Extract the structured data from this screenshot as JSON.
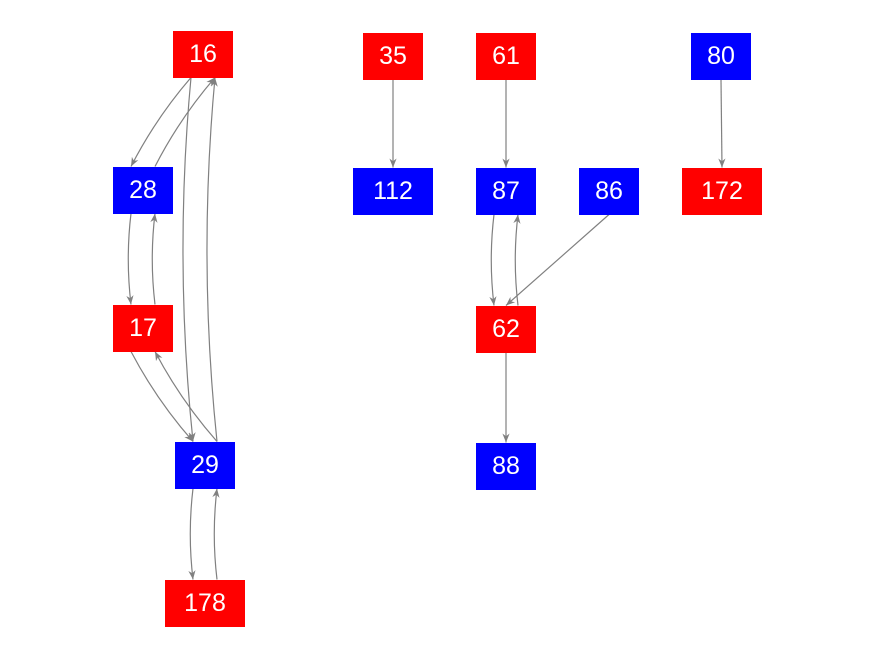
{
  "colors": {
    "red": "#ff0000",
    "blue": "#0000ff",
    "edge": "#808080"
  },
  "nodes": [
    {
      "id": "16",
      "label": "16",
      "color": "red"
    },
    {
      "id": "28",
      "label": "28",
      "color": "blue"
    },
    {
      "id": "17",
      "label": "17",
      "color": "red"
    },
    {
      "id": "29",
      "label": "29",
      "color": "blue"
    },
    {
      "id": "178",
      "label": "178",
      "color": "red"
    },
    {
      "id": "35",
      "label": "35",
      "color": "red"
    },
    {
      "id": "112",
      "label": "112",
      "color": "blue"
    },
    {
      "id": "61",
      "label": "61",
      "color": "red"
    },
    {
      "id": "87",
      "label": "87",
      "color": "blue"
    },
    {
      "id": "86",
      "label": "86",
      "color": "blue"
    },
    {
      "id": "62",
      "label": "62",
      "color": "red"
    },
    {
      "id": "88",
      "label": "88",
      "color": "blue"
    },
    {
      "id": "80",
      "label": "80",
      "color": "blue"
    },
    {
      "id": "172",
      "label": "172",
      "color": "red"
    }
  ],
  "edges": [
    {
      "from": "16",
      "to": "28"
    },
    {
      "from": "28",
      "to": "16"
    },
    {
      "from": "28",
      "to": "17"
    },
    {
      "from": "17",
      "to": "28"
    },
    {
      "from": "17",
      "to": "29"
    },
    {
      "from": "29",
      "to": "17"
    },
    {
      "from": "16",
      "to": "29"
    },
    {
      "from": "29",
      "to": "16"
    },
    {
      "from": "29",
      "to": "178"
    },
    {
      "from": "178",
      "to": "29"
    },
    {
      "from": "35",
      "to": "112"
    },
    {
      "from": "61",
      "to": "87"
    },
    {
      "from": "87",
      "to": "62"
    },
    {
      "from": "62",
      "to": "87"
    },
    {
      "from": "86",
      "to": "62"
    },
    {
      "from": "62",
      "to": "88"
    },
    {
      "from": "80",
      "to": "172"
    }
  ]
}
